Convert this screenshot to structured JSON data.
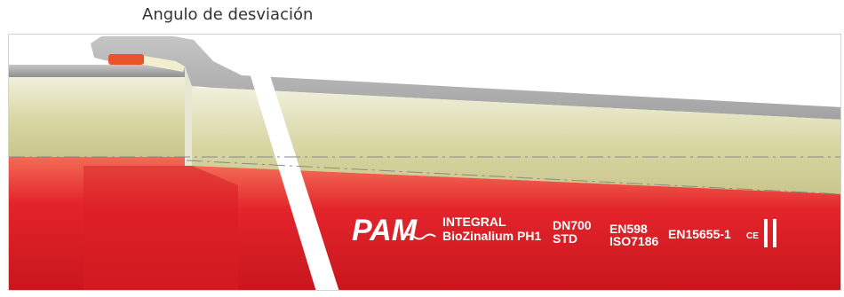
{
  "caption": "Angulo de desviación",
  "brand": {
    "logo_text": "PAM",
    "product": "INTEGRAL",
    "coating": "BioZinalium PH1"
  },
  "markings": {
    "diameter": "DN700",
    "class": "STD",
    "standard_1": "EN598",
    "standard_2": "ISO7186",
    "standard_3": "EN15655-1",
    "ce_mark": "CE"
  },
  "colors": {
    "pipe_red": "#e3242b",
    "lining_yellow": "#dedcb0",
    "gasket_orange": "#e8542a",
    "steel_grey": "#a9aaa9",
    "axis_line": "#8a8a8a"
  }
}
